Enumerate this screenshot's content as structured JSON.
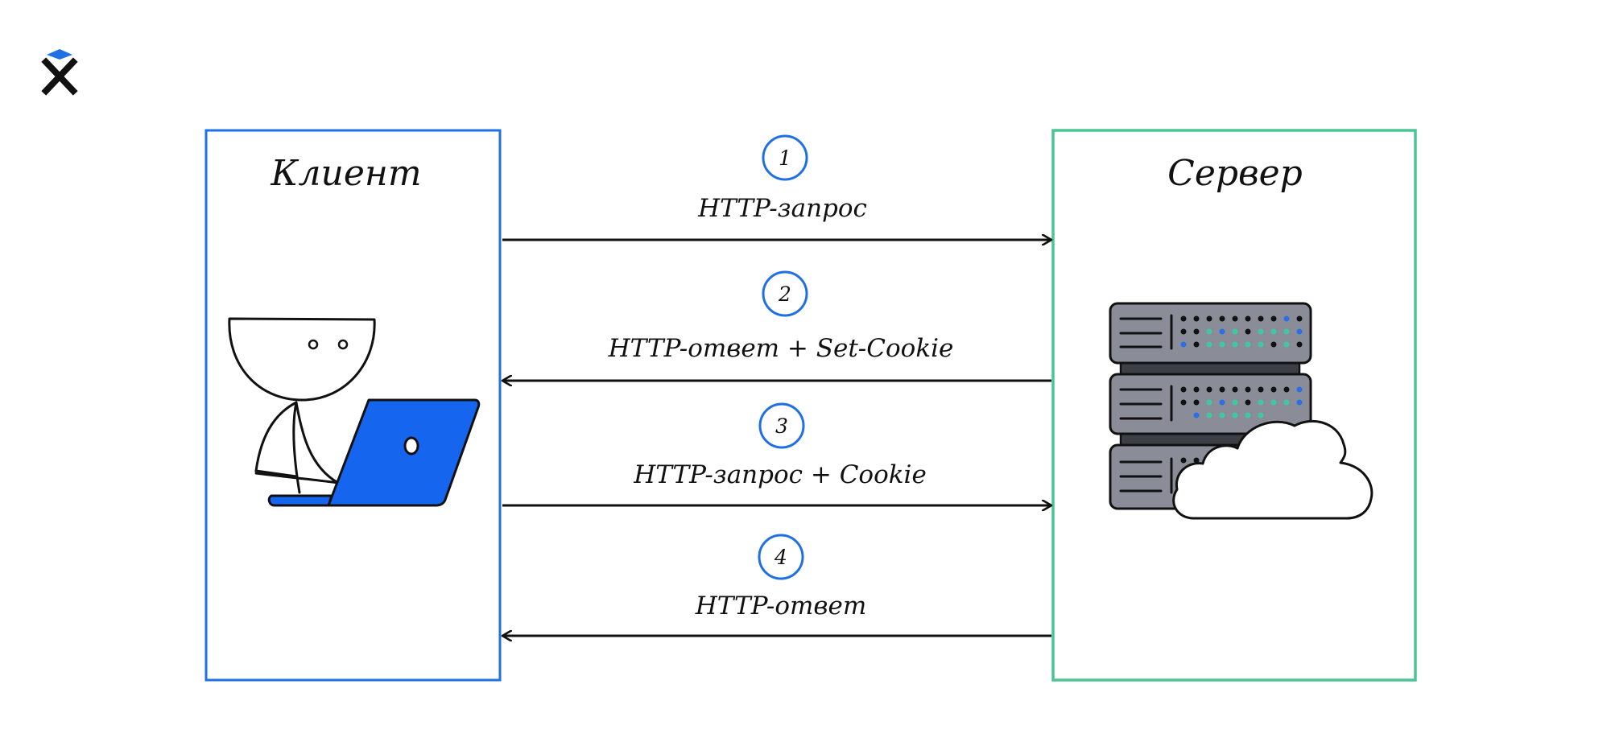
{
  "logo": {
    "name": "X logo mark"
  },
  "client": {
    "title": "Клиент"
  },
  "server": {
    "title": "Сервер"
  },
  "messages": [
    {
      "number": "1",
      "label": "HTTP-запрос",
      "direction": "client-to-server"
    },
    {
      "number": "2",
      "label": "HTTP-ответ + Set-Cookie",
      "direction": "server-to-client"
    },
    {
      "number": "3",
      "label": "HTTP-запрос + Cookie",
      "direction": "client-to-server"
    },
    {
      "number": "4",
      "label": "HTTP-ответ",
      "direction": "server-to-client"
    }
  ],
  "colors": {
    "client_border": "#1f6fe5",
    "server_border": "#4cc495",
    "accent_blue": "#1565ee",
    "server_gray": "#8a8d98",
    "server_dark": "#3d3f47",
    "led_green": "#3ec9a0",
    "led_blue": "#2a6fe8",
    "ink": "#111111"
  },
  "icons": {
    "client": "person-with-laptop",
    "server": "server-rack",
    "cloud": "cloud"
  }
}
